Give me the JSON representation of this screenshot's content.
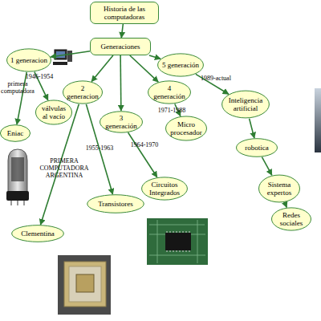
{
  "diagram": {
    "nodes": [
      {
        "text": [
          "Historia de las computadoras"
        ]
      },
      {
        "text": [
          "Generaciones"
        ]
      },
      {
        "text": [
          "1 generacion"
        ]
      },
      {
        "text": [
          "Eniac"
        ]
      },
      {
        "text": [
          "válvulas al vacío"
        ]
      },
      {
        "text": [
          "2 generacion"
        ]
      },
      {
        "text": [
          "Clementina"
        ]
      },
      {
        "text": [
          "Transistores"
        ]
      },
      {
        "text": [
          "3 generación"
        ]
      },
      {
        "text": [
          "Circuitos Integrados"
        ]
      },
      {
        "text": [
          "4 generación"
        ]
      },
      {
        "text": [
          "Micro procesador"
        ]
      },
      {
        "text": [
          "5 generación"
        ]
      },
      {
        "text": [
          "Inteligencia artificial"
        ]
      },
      {
        "text": [
          "robotica"
        ]
      },
      {
        "text": [
          "Sistema expertos"
        ]
      },
      {
        "text": [
          "Redes sociales"
        ]
      }
    ],
    "edges": [
      {
        "from": 0,
        "to": 1,
        "arrow": "to"
      },
      {
        "from": 1,
        "to": 2,
        "arrow": "to"
      },
      {
        "from": 1,
        "to": 5,
        "arrow": "to"
      },
      {
        "from": 1,
        "to": 8,
        "arrow": "to"
      },
      {
        "from": 1,
        "to": 10,
        "arrow": "to"
      },
      {
        "from": 1,
        "to": 12,
        "arrow": "to"
      },
      {
        "from": 2,
        "to": 3,
        "label": "primera computadora",
        "arrow": "to"
      },
      {
        "from": 2,
        "to": 4,
        "label": "1946-1954",
        "arrow": "to"
      },
      {
        "from": 5,
        "to": 6,
        "label": "PRIMERA COMPUTADORA ARGENTINA",
        "arrow": "to"
      },
      {
        "from": 5,
        "to": 7,
        "label": "1955-1963",
        "arrow": "to"
      },
      {
        "from": 8,
        "to": 9,
        "label": "1964-1970",
        "arrow": "to"
      },
      {
        "from": 10,
        "to": 11,
        "label": "1971-1988",
        "arrow": "to"
      },
      {
        "from": 12,
        "to": 13,
        "label": "1989-actual",
        "arrow": "to"
      },
      {
        "from": 13,
        "to": 14,
        "arrow": "to"
      },
      {
        "from": 14,
        "to": 15,
        "arrow": "to"
      },
      {
        "from": 15,
        "to": 16,
        "arrow": "to"
      }
    ]
  }
}
